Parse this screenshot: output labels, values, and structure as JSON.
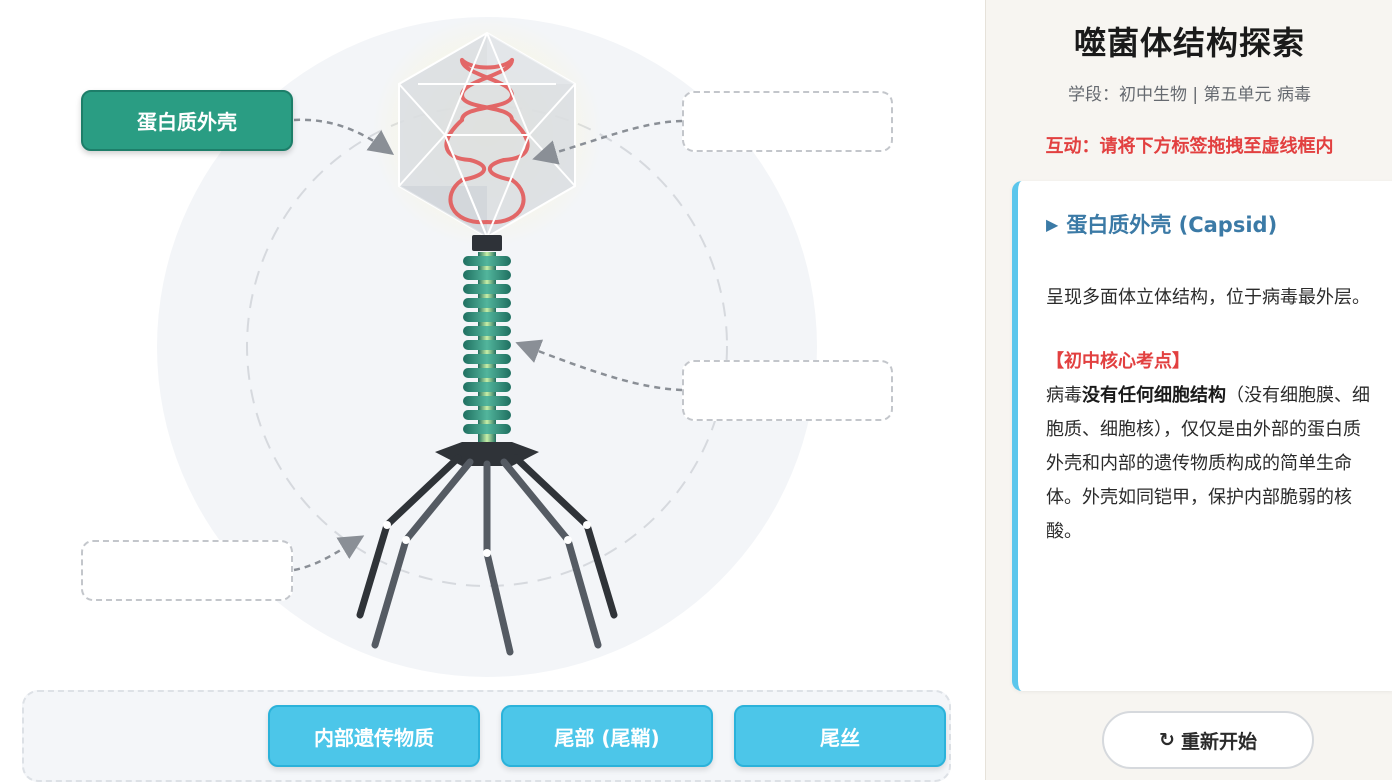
{
  "app": {
    "title": "噬菌体结构探索",
    "subtitle": "学段：初中生物 | 第五单元 病毒",
    "instruction": "互动：请将下方标签拖拽至虚线框内"
  },
  "diagram": {
    "placed_label": "蛋白质外壳",
    "drop_targets": [
      {
        "id": "capsid",
        "value": "蛋白质外壳"
      },
      {
        "id": "genetic",
        "value": ""
      },
      {
        "id": "tail",
        "value": ""
      },
      {
        "id": "fibers",
        "value": ""
      }
    ]
  },
  "label_bank": {
    "chips": [
      "内部遗传物质",
      "尾部 (尾鞘)",
      "尾丝"
    ]
  },
  "info": {
    "title": "蛋白质外壳 (Capsid)",
    "description": "呈现多面体立体结构，位于病毒最外层。",
    "key_title": "【初中核心考点】",
    "key_prefix": "病毒",
    "key_bold": "没有任何细胞结构",
    "key_rest": "（没有细胞膜、细胞质、细胞核），仅仅是由外部的蛋白质外壳和内部的遗传物质构成的简单生命体。外壳如同铠甲，保护内部脆弱的核酸。"
  },
  "restart": {
    "icon": "↻",
    "label": "重新开始"
  },
  "colors": {
    "placed": "#2a9d83",
    "chip": "#4cc6e9",
    "accent": "#5bc6ec",
    "alert": "#e24040",
    "dna": "#e35a5a",
    "sheath": "#2a8c78"
  },
  "icons": [
    "restart-icon",
    "triangle-right-icon",
    "arrow-icon"
  ]
}
